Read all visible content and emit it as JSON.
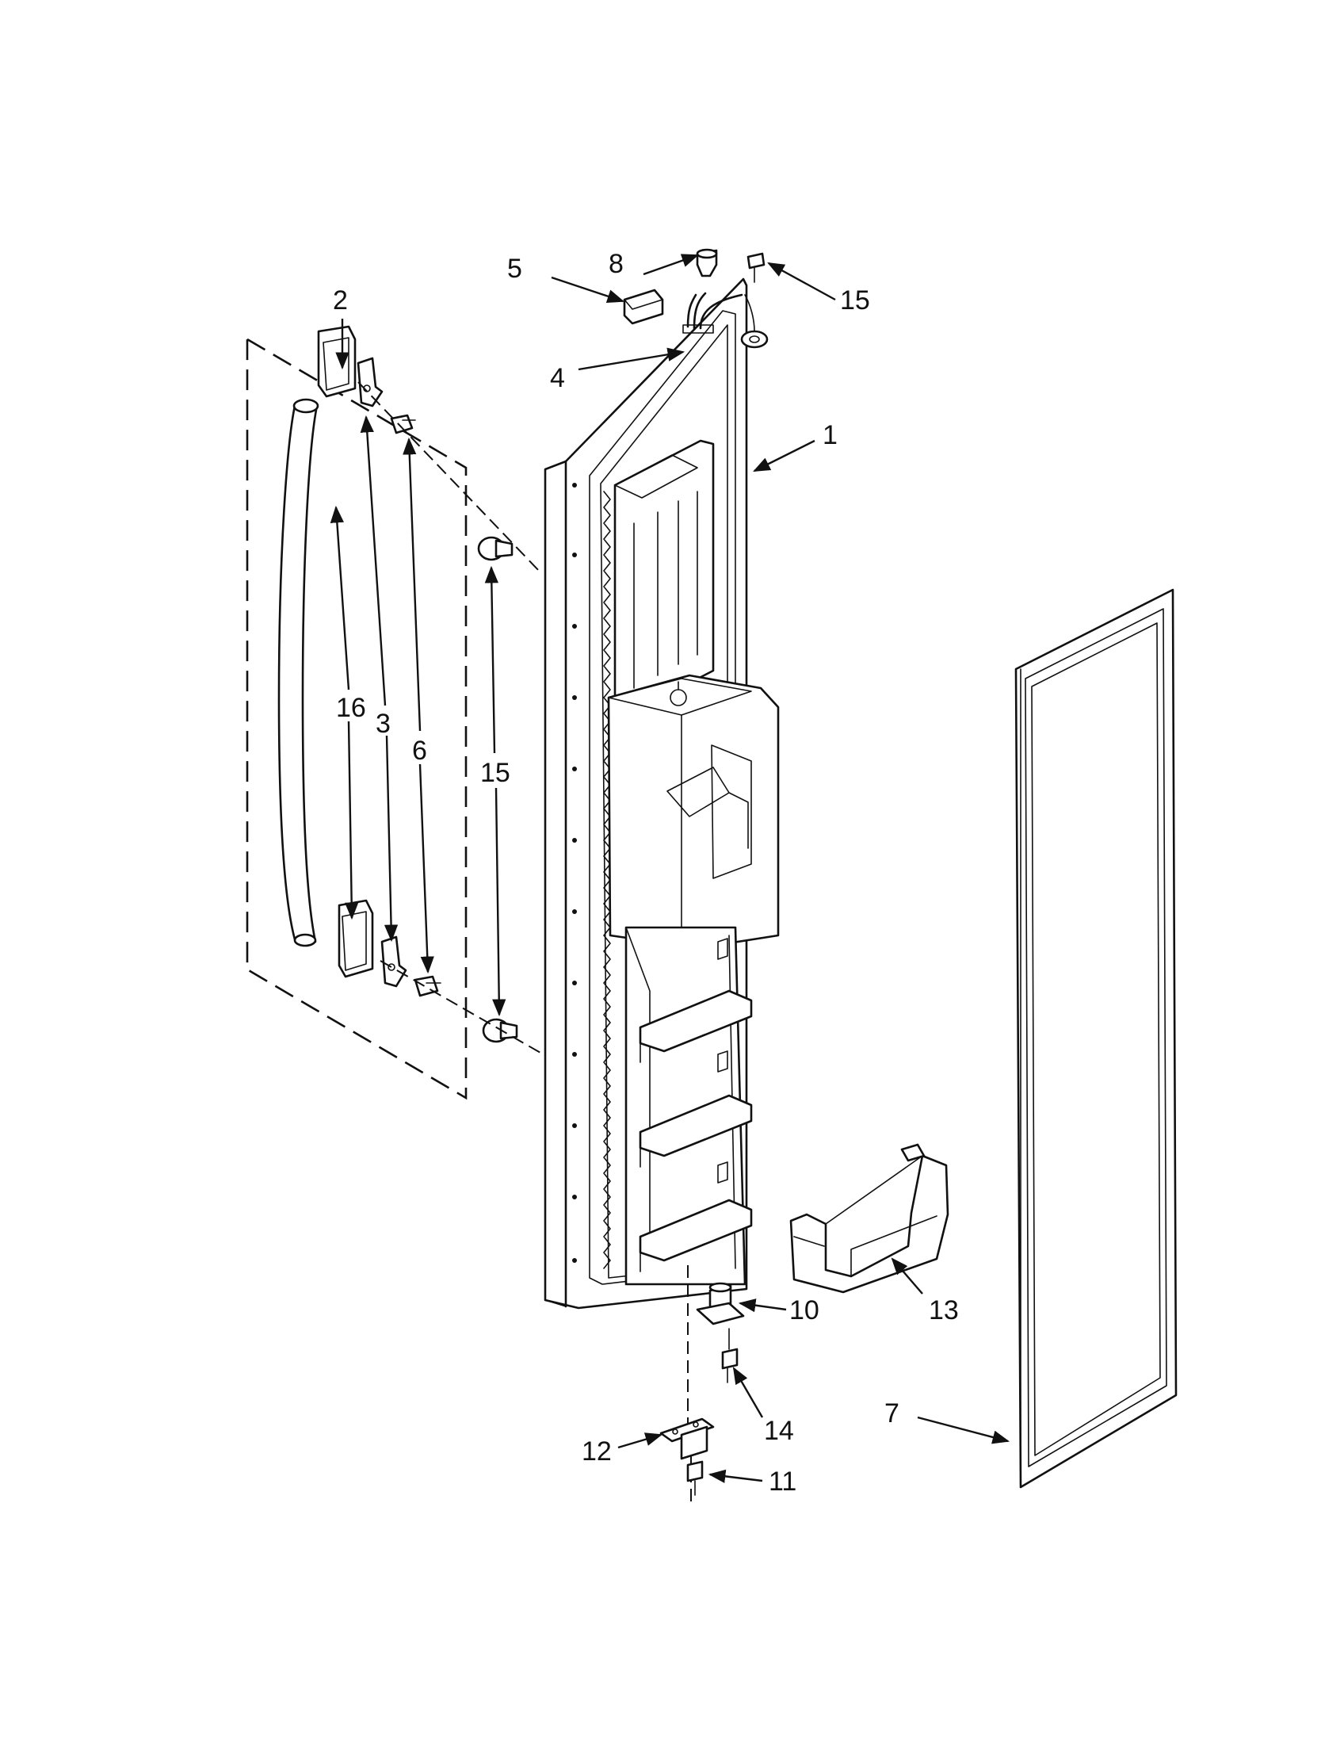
{
  "diagram": {
    "callouts": [
      {
        "id": "c1",
        "label": "1",
        "part": "door"
      },
      {
        "id": "c2",
        "label": "2",
        "part": "handle-kit"
      },
      {
        "id": "c3",
        "label": "3",
        "part": "handle-bracket"
      },
      {
        "id": "c4",
        "label": "4",
        "part": "wire-harness"
      },
      {
        "id": "c5",
        "label": "5",
        "part": "connector"
      },
      {
        "id": "c6",
        "label": "6",
        "part": "handle-screw"
      },
      {
        "id": "c7",
        "label": "7",
        "part": "door-gasket"
      },
      {
        "id": "c8",
        "label": "8",
        "part": "hinge-bushing"
      },
      {
        "id": "c10",
        "label": "10",
        "part": "door-stop"
      },
      {
        "id": "c11",
        "label": "11",
        "part": "hinge-screw"
      },
      {
        "id": "c12",
        "label": "12",
        "part": "hinge"
      },
      {
        "id": "c13",
        "label": "13",
        "part": "door-shelf-bin"
      },
      {
        "id": "c14",
        "label": "14",
        "part": "stop-screw"
      },
      {
        "id": "c15a",
        "label": "15",
        "part": "screw-top"
      },
      {
        "id": "c15b",
        "label": "15",
        "part": "handle-plug"
      },
      {
        "id": "c16",
        "label": "16",
        "part": "handle-end-cap"
      }
    ]
  }
}
